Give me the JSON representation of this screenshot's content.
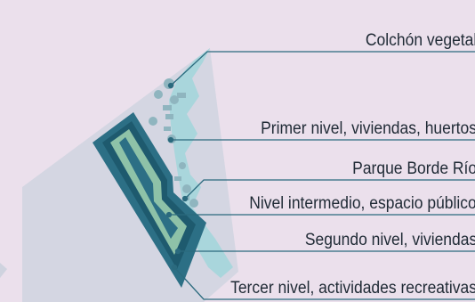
{
  "labels": [
    "Colchón vegetal",
    "Primer nivel, viviendas, huertos",
    "Parque Borde Río",
    "Nivel intermedio, espacio público",
    "Segundo nivel, viviendas",
    "Tercer nivel, actividades recreativas"
  ],
  "colors": {
    "background": "#ebe0ec",
    "terrain": "#d4d6e2",
    "water": "#a9d6dc",
    "tree": "#8fb5bf",
    "platform_outer": "#2c6f85",
    "platform_middle": "#1e5a6e",
    "platform_inner": "#8ec2a8",
    "leader": "#2b6a7e"
  }
}
